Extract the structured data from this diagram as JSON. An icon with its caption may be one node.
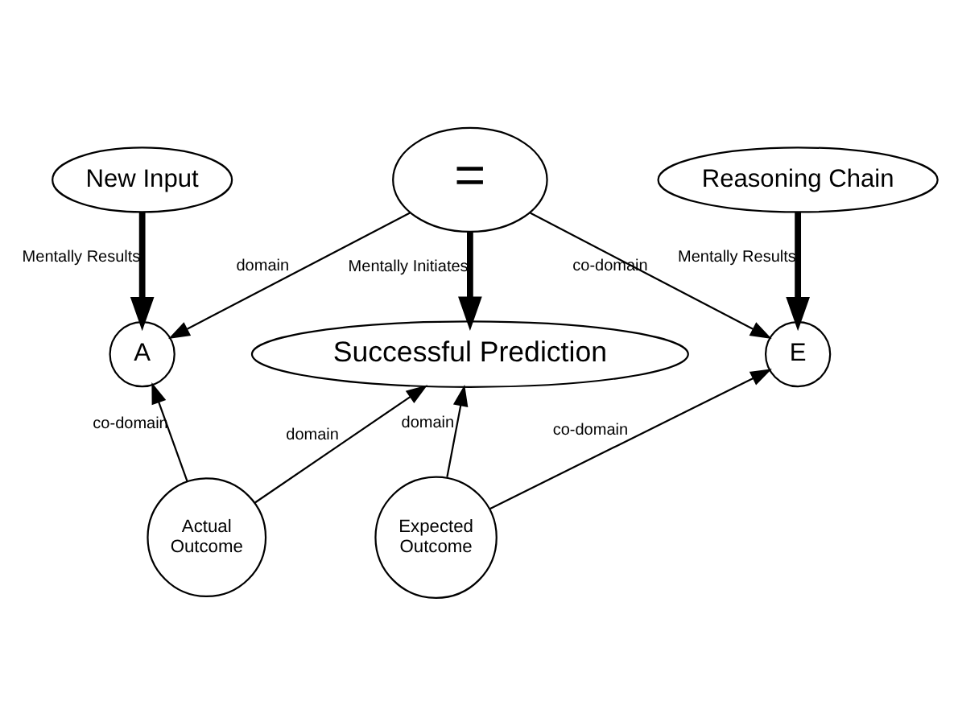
{
  "diagram": {
    "nodes": [
      {
        "text": [
          "New Input"
        ]
      },
      {
        "text": [
          "="
        ]
      },
      {
        "text": [
          "Reasoning Chain"
        ]
      },
      {
        "text": [
          "A"
        ]
      },
      {
        "text": [
          "Successful Prediction"
        ]
      },
      {
        "text": [
          "E"
        ]
      },
      {
        "text": [
          "Actual Outcome"
        ]
      },
      {
        "text": [
          "Expected Outcome"
        ]
      }
    ],
    "edges": [
      {
        "from": 0,
        "to": 3,
        "arrow": "to",
        "label": "Mentally Results",
        "style": "thick"
      },
      {
        "from": 1,
        "to": 3,
        "arrow": "to",
        "label": "domain"
      },
      {
        "from": 1,
        "to": 4,
        "arrow": "to",
        "label": "Mentally Initiates",
        "style": "thick"
      },
      {
        "from": 1,
        "to": 5,
        "arrow": "to",
        "label": "co-domain"
      },
      {
        "from": 2,
        "to": 5,
        "arrow": "to",
        "label": "Mentally Results",
        "style": "thick"
      },
      {
        "from": 6,
        "to": 3,
        "arrow": "to",
        "label": "co-domain"
      },
      {
        "from": 6,
        "to": 4,
        "arrow": "to",
        "label": "domain"
      },
      {
        "from": 7,
        "to": 4,
        "arrow": "to",
        "label": "domain"
      },
      {
        "from": 7,
        "to": 5,
        "arrow": "to",
        "label": "co-domain"
      }
    ]
  }
}
